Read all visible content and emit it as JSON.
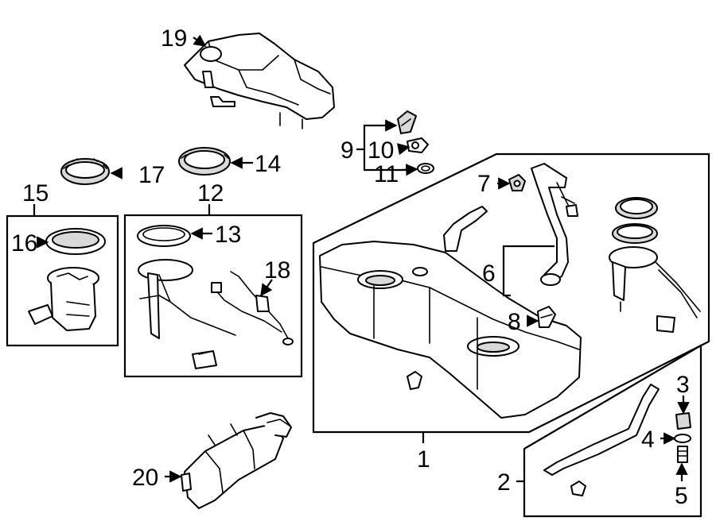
{
  "callouts": {
    "c1": "1",
    "c2": "2",
    "c3": "3",
    "c4": "4",
    "c5": "5",
    "c6": "6",
    "c7": "7",
    "c8": "8",
    "c9": "9",
    "c10": "10",
    "c11": "11",
    "c12": "12",
    "c13": "13",
    "c14": "14",
    "c15": "15",
    "c16": "16",
    "c17": "17",
    "c18": "18",
    "c19": "19",
    "c20": "20"
  },
  "colors": {
    "line": "#000000",
    "background": "#ffffff",
    "shade": "#d9d9d9"
  }
}
